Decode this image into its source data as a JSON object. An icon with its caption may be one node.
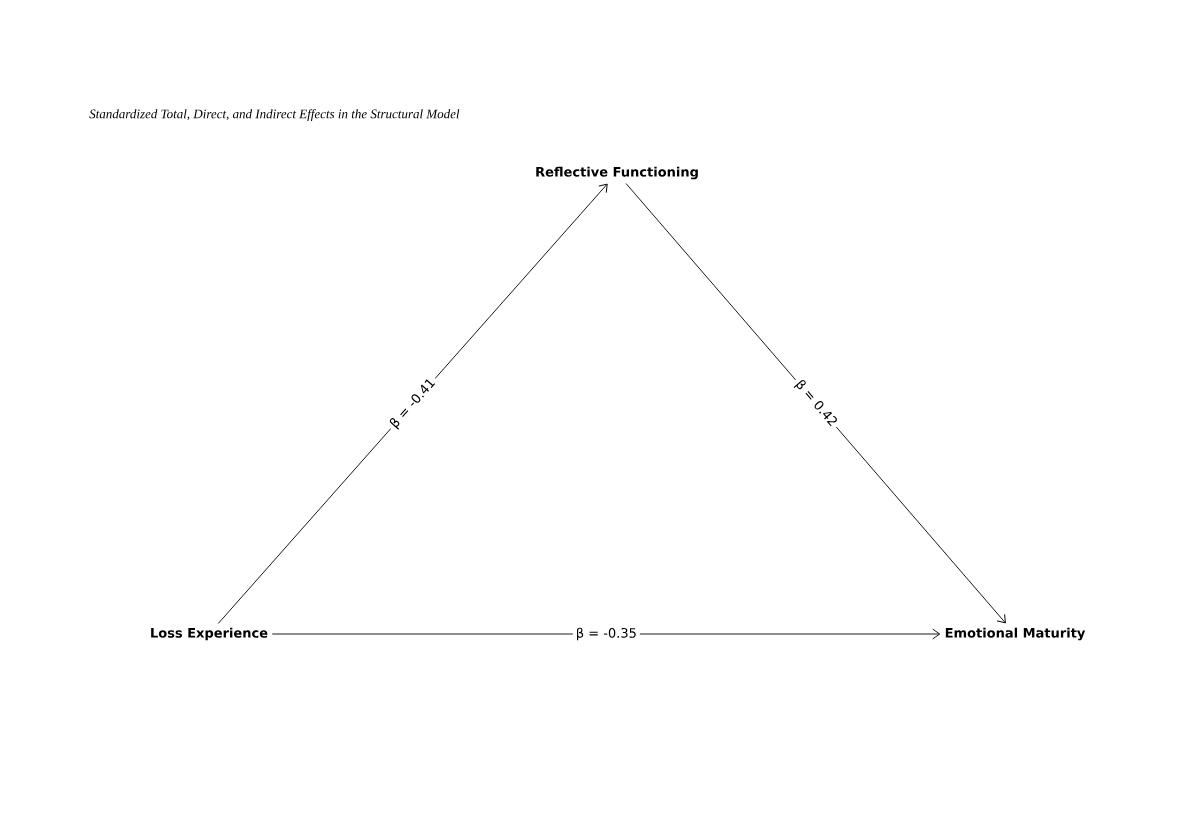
{
  "diagram": {
    "title": "Standardized Total, Direct, and Indirect Effects in the Structural Model",
    "nodes": [
      {
        "text": [
          "Loss Experience"
        ]
      },
      {
        "text": [
          "Reflective Functioning"
        ]
      },
      {
        "text": [
          "Emotional Maturity"
        ]
      }
    ],
    "edges": [
      {
        "from": 0,
        "to": 1,
        "arrow": "to",
        "label": "β = -0.41"
      },
      {
        "from": 1,
        "to": 2,
        "arrow": "to",
        "label": "β = 0.42"
      },
      {
        "from": 0,
        "to": 2,
        "arrow": "to",
        "label": "β = -0.35"
      }
    ]
  }
}
